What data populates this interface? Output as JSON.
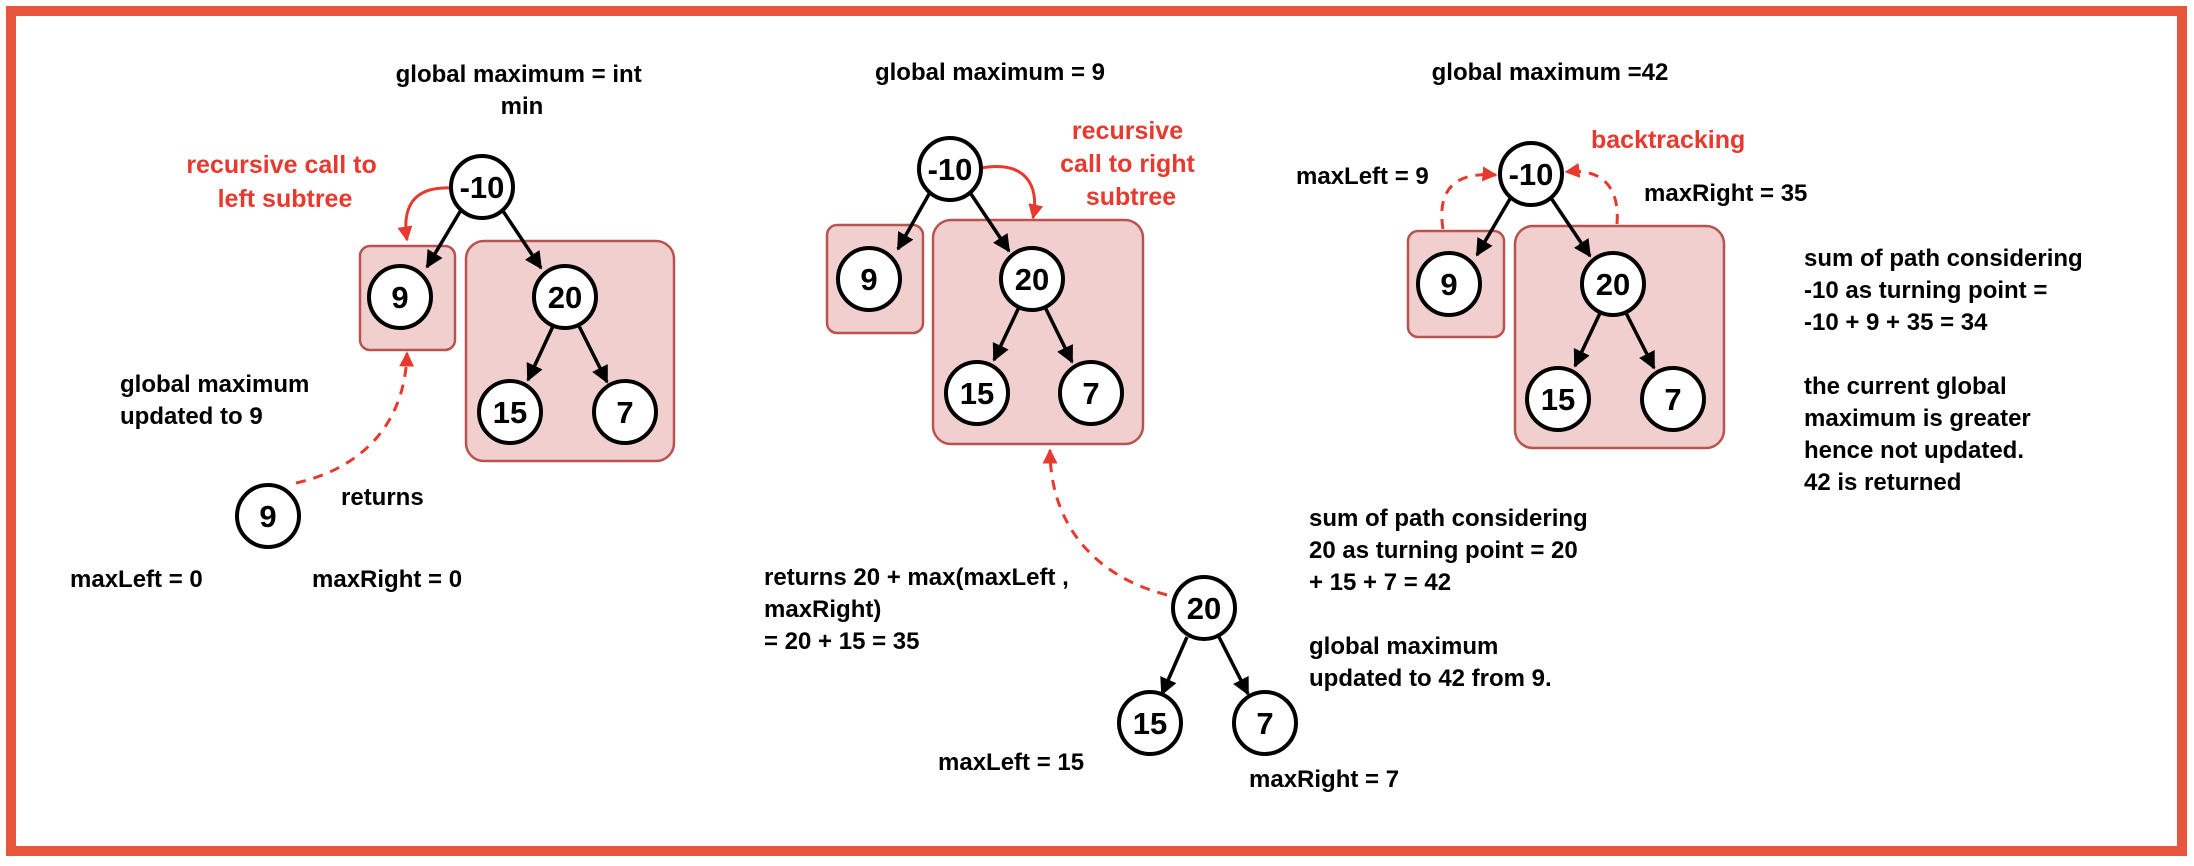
{
  "panel1": {
    "title": [
      "global maximum = int",
      "min"
    ],
    "red_note": [
      "recursive call to",
      "left subtree"
    ],
    "nodes": {
      "root": "-10",
      "left": "9",
      "right": "20",
      "right_left": "15",
      "right_right": "7"
    },
    "note": [
      "global maximum",
      "updated to 9"
    ],
    "returns": "returns",
    "leaf": "9",
    "max_left": "maxLeft = 0",
    "max_right": "maxRight = 0"
  },
  "panel2": {
    "title": "global maximum = 9",
    "red_note": [
      "recursive",
      "call to right",
      "subtree"
    ],
    "nodes": {
      "root": "-10",
      "left": "9",
      "right": "20",
      "right_left": "15",
      "right_right": "7"
    },
    "returns": [
      "returns 20 + max(maxLeft ,",
      "maxRight)",
      "= 20 + 15 = 35"
    ],
    "sub": {
      "root": "20",
      "left": "15",
      "right": "7"
    },
    "max_left": "maxLeft = 15",
    "max_right": "maxRight = 7",
    "note": [
      "sum of path considering",
      "20 as turning point = 20",
      "+ 15 + 7 = 42",
      "",
      "global maximum",
      "updated to 42 from 9."
    ]
  },
  "panel3": {
    "title": "global maximum =42",
    "red_note": "backtracking",
    "max_left": "maxLeft = 9",
    "max_right": "maxRight = 35",
    "nodes": {
      "root": "-10",
      "left": "9",
      "right": "20",
      "right_left": "15",
      "right_right": "7"
    },
    "note": [
      "sum of path considering",
      "-10 as turning point =",
      "-10 + 9 + 35 = 34",
      "",
      "the current global",
      "maximum is greater",
      "hence not updated.",
      "42 is returned"
    ]
  },
  "colors": {
    "frame": "#e8553d",
    "accent_red": "#e8392f",
    "box_fill": "#f2cfcf",
    "box_stroke": "#b85450"
  }
}
